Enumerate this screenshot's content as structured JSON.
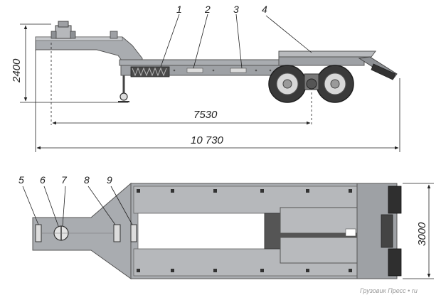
{
  "dimensions": {
    "height_2400": "2400",
    "wheelbase_7530": "7530",
    "length_10730": "10 730",
    "width_3000": "3000"
  },
  "callouts": [
    "1",
    "2",
    "3",
    "4",
    "5",
    "6",
    "7",
    "8",
    "9"
  ],
  "watermark": "Грузовик Пресс • ru",
  "colors": {
    "body": "#a9acb0",
    "body_light": "#c7c9cc",
    "body_dark": "#6e7175",
    "tire": "#3a3a3a",
    "hub": "#d8d8d8",
    "deck_dark": "#555555"
  }
}
